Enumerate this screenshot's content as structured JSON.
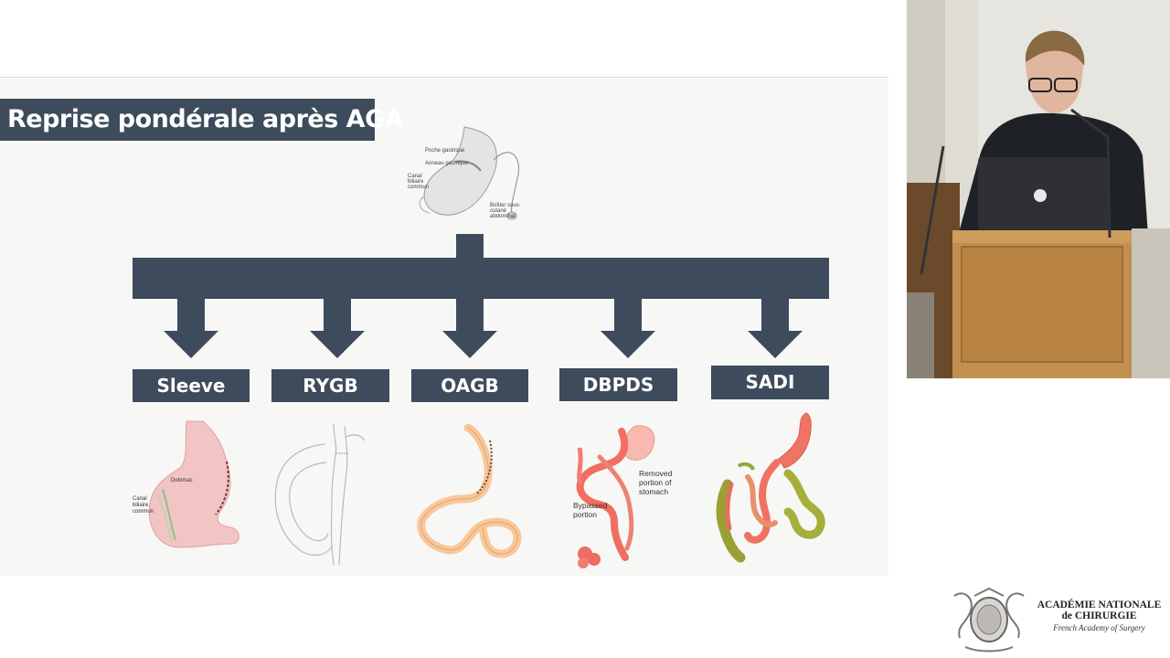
{
  "slide": {
    "title": "Reprise pondérale après AGA",
    "top_illustration_labels": [
      "Poche gastrique",
      "Anneau gastrique",
      "Canal biliaire commun",
      "Boîtier sous-cutané abdominal"
    ],
    "procedures": [
      {
        "label": "Sleeve",
        "illustration_labels": [
          "Dolomac",
          "Canal biliaire commun"
        ]
      },
      {
        "label": "RYGB",
        "illustration_labels": []
      },
      {
        "label": "OAGB",
        "illustration_labels": []
      },
      {
        "label": "DBPDS",
        "illustration_labels": [
          "Removed portion of stomach",
          "Bypassed portion"
        ]
      },
      {
        "label": "SADI",
        "illustration_labels": []
      }
    ]
  },
  "logo": {
    "line1": "ACADÉMIE NATIONALE",
    "line2": "de CHIRURGIE",
    "line3": "French Academy of Surgery"
  },
  "colors": {
    "box": "#3d4b5c",
    "slide_bg": "#f7f7f5"
  }
}
